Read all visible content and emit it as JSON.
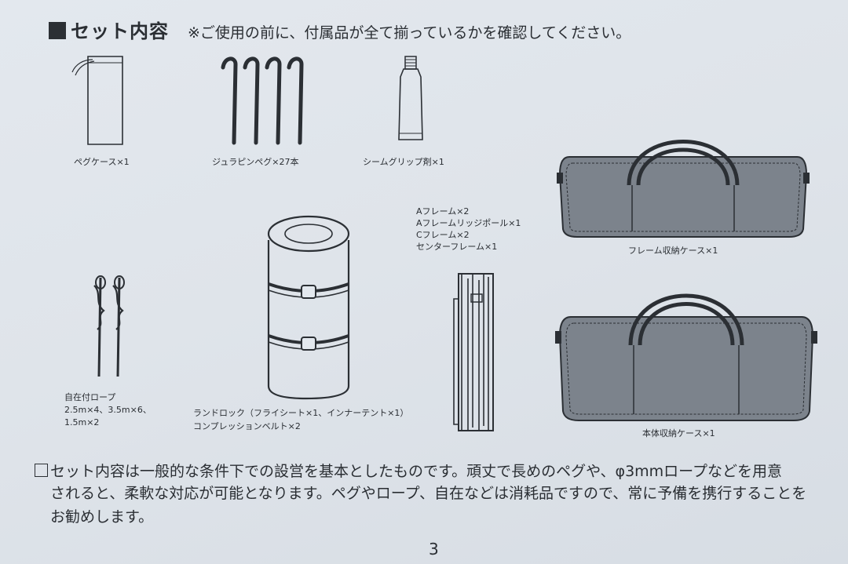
{
  "header": {
    "title": "セット内容",
    "note": "※ご使用の前に、付属品が全て揃っているかを確認してください。"
  },
  "items": {
    "peg_case": "ペグケース×1",
    "duralumin_peg": "ジュラピンペグ×27本",
    "seam_grip": "シームグリップ剤×1",
    "frame_case": "フレーム収納ケース×1",
    "rope_line1": "自在付ロープ",
    "rope_line2": "2.5m×4、3.5m×6、",
    "rope_line3": "1.5m×2",
    "landrock_line1": "ランドロック（フライシート×1、インナーテント×1）",
    "landrock_line2": "コンプレッションベルト×2",
    "frame_a": "Aフレーム×2",
    "frame_a_ridge": "Aフレームリッジポール×1",
    "frame_c": "Cフレーム×2",
    "frame_center": "センターフレーム×1",
    "body_case": "本体収納ケース×1"
  },
  "footer": {
    "line1": "セット内容は一般的な条件下での設営を基本としたものです。頑丈で長めのペグや、φ3mmロープなどを用意",
    "line2": "されると、柔軟な対応が可能となります。ペグやロープ、自在などは消耗品ですので、常に予備を携行することを",
    "line3": "お勧めします。",
    "page_number": "3"
  },
  "icons": [
    "title-square-icon",
    "peg-case-icon",
    "peg-icon",
    "seam-grip-tube-icon",
    "frame-case-bag-icon",
    "rope-icon",
    "tent-roll-icon",
    "frame-poles-icon",
    "body-case-bag-icon",
    "checkbox-icon"
  ]
}
